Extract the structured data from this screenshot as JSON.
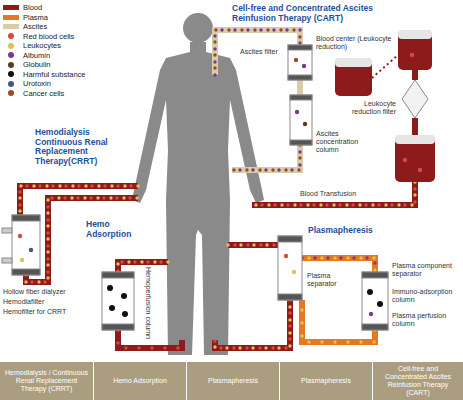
{
  "diagram": {
    "nodes": [
      {
        "text": [
          "Hemodialysis / Continuous Renal Replacement Therapy (CRRT)"
        ]
      },
      {
        "text": [
          "Hemo Adsorption"
        ]
      },
      {
        "text": [
          "Plasmapheresis"
        ]
      },
      {
        "text": [
          "Plasmapheresis"
        ]
      },
      {
        "text": [
          "Cell-free and Concentrated Ascites Reinfusion Therapy (CART)"
        ]
      }
    ],
    "labels": [
      "Cell-free and Concentrated Ascites Reinfusion Therapy (CART)",
      "Blood center (Leukocyte reduction)",
      "Ascites filter",
      "Ascites concentration column",
      "Leukocyte reduction filter",
      "Blood Transfusion",
      "Hemodialysis Continuous Renal Replacement Therapy(CRRT)",
      "Hollow fiber dialyzer",
      "Hemodiafilter",
      "Hemofilter for CRRT",
      "Hemo Adsorption",
      "Hemoperfusion column",
      "Plasmapheresis",
      "Plasma separator",
      "Plasma component separator",
      "Immuno-adsorption column",
      "Plasma perfusion column"
    ],
    "legend": [
      {
        "text": "Blood",
        "color": "#8e1b1b"
      },
      {
        "text": "Plasma",
        "color": "#e8781e"
      },
      {
        "text": "Ascites",
        "color": "#d9ccaa"
      },
      {
        "text": "Red blood cells",
        "color": "#d94a3a"
      },
      {
        "text": "Leukocytes",
        "color": "#dcc25a"
      },
      {
        "text": "Albumin",
        "color": "#7b3b8c"
      },
      {
        "text": "Globulin",
        "color": "#5b3a22"
      },
      {
        "text": "Harmful substance",
        "color": "#111111"
      },
      {
        "text": "Urotoxin",
        "color": "#3d5a80"
      },
      {
        "text": "Cancer cells",
        "color": "#9c4a2a"
      }
    ]
  }
}
